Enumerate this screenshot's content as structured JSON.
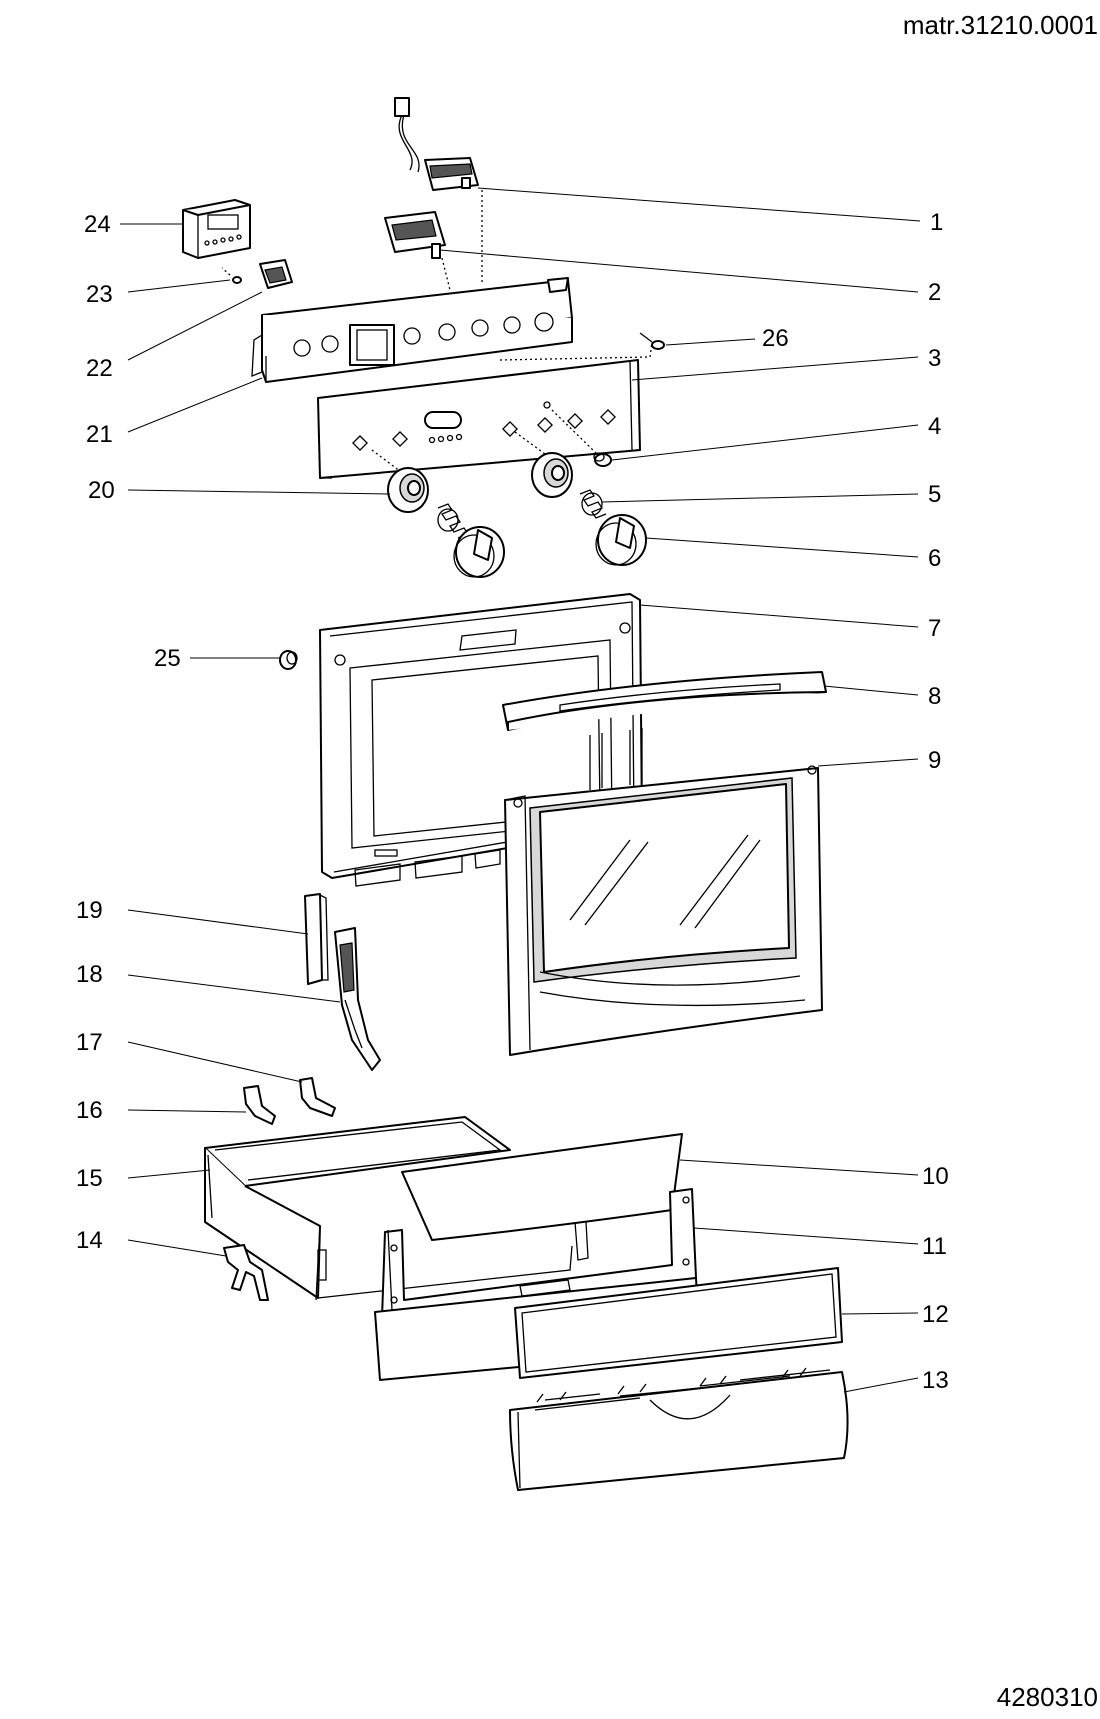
{
  "header": {
    "code": "matr.31210.0001"
  },
  "footer": {
    "code": "4280310"
  },
  "callouts": [
    "1",
    "2",
    "3",
    "4",
    "5",
    "6",
    "7",
    "8",
    "9",
    "10",
    "11",
    "12",
    "13",
    "14",
    "15",
    "16",
    "17",
    "18",
    "19",
    "20",
    "21",
    "22",
    "23",
    "24",
    "25",
    "26"
  ]
}
